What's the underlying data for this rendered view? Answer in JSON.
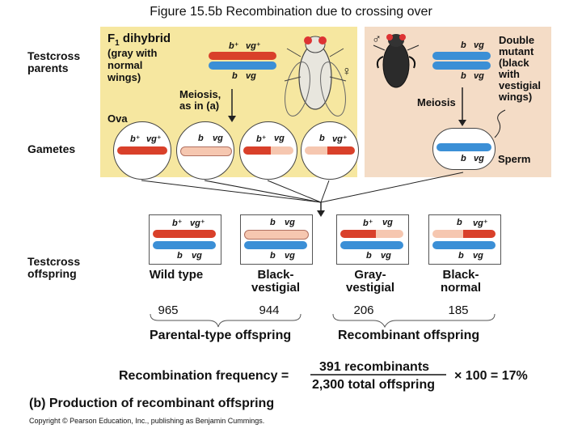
{
  "title": "Figure 15.5b  Recombination due to crossing over",
  "row_labels": {
    "testcross_parents": [
      "Testcross",
      "parents"
    ],
    "gametes": "Gametes",
    "testcross_offspring": [
      "Testcross",
      "offspring"
    ]
  },
  "left_panel": {
    "heading_f": "F",
    "heading_sub": "1",
    "heading_rest": " dihybrid",
    "desc": [
      "(gray with",
      "normal",
      "wings)"
    ],
    "top_alleles": [
      "b⁺",
      "vg⁺"
    ],
    "bottom_alleles": [
      "b",
      "vg"
    ],
    "meiosis": [
      "Meiosis,",
      "as in (a)"
    ],
    "ova": "Ova",
    "female_symbol": "♀"
  },
  "right_panel": {
    "male_symbol": "♂",
    "top_alleles": [
      "b",
      "vg"
    ],
    "bottom_alleles": [
      "b",
      "vg"
    ],
    "desc": [
      "Double",
      "mutant",
      "(black",
      "with",
      "vestigial",
      "wings)"
    ],
    "meiosis": "Meiosis",
    "sperm": "Sperm"
  },
  "gametes": [
    [
      "b⁺",
      "vg⁺"
    ],
    [
      "b",
      "vg"
    ],
    [
      "b⁺",
      "vg"
    ],
    [
      "b",
      "vg⁺"
    ]
  ],
  "sperm_alleles": [
    "b",
    "vg"
  ],
  "offspring": [
    {
      "top": [
        "b⁺",
        "vg⁺"
      ],
      "bottom": [
        "b",
        "vg"
      ],
      "phenotype": [
        "Wild type",
        ""
      ],
      "count": "965"
    },
    {
      "top": [
        "b",
        "vg"
      ],
      "bottom": [
        "b",
        "vg"
      ],
      "phenotype": [
        "Black-",
        "vestigial"
      ],
      "count": "944"
    },
    {
      "top": [
        "b⁺",
        "vg"
      ],
      "bottom": [
        "b",
        "vg"
      ],
      "phenotype": [
        "Gray-",
        "vestigial"
      ],
      "count": "206"
    },
    {
      "top": [
        "b",
        "vg⁺"
      ],
      "bottom": [
        "b",
        "vg"
      ],
      "phenotype": [
        "Black-",
        "normal"
      ],
      "count": "185"
    }
  ],
  "parental_label": "Parental-type offspring",
  "recombinant_label": "Recombinant offspring",
  "formula": {
    "label": "Recombination frequency =",
    "numerator": "391 recombinants",
    "denominator": "2,300 total offspring",
    "result": "× 100 = 17%"
  },
  "caption": "(b) Production of recombinant offspring",
  "copyright": "Copyright © Pearson Education, Inc., publishing as Benjamin Cummings.",
  "colors": {
    "red": "#d9402a",
    "red_light": "#f5b79a",
    "pink": "#f6c7b0",
    "blue": "#3b8fd6",
    "yellow_panel": "#f6e7a0",
    "peach_panel": "#f4dcc6"
  }
}
